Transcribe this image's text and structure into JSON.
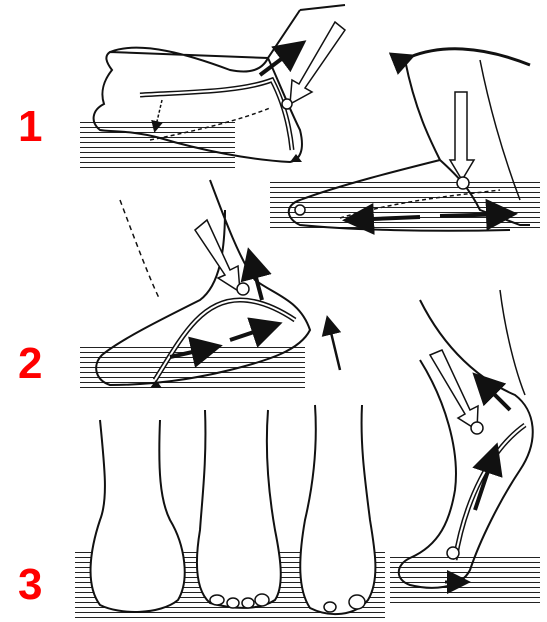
{
  "figure": {
    "labels": [
      "1",
      "2",
      "3"
    ],
    "label_color": "#ff0000",
    "ink_color": "#111111",
    "paper_color": "#ffffff"
  },
  "panels": [
    {
      "label": "1",
      "views": [
        "dorsiflexed-foot-side",
        "heel-lift-foot-side"
      ]
    },
    {
      "label": "2",
      "views": [
        "foot-medial-view",
        "heel-raise-foot"
      ]
    },
    {
      "label": "3",
      "views": [
        "foot-rear",
        "foot-front",
        "foot-oblique",
        "tiptoe-foot-side"
      ]
    }
  ]
}
